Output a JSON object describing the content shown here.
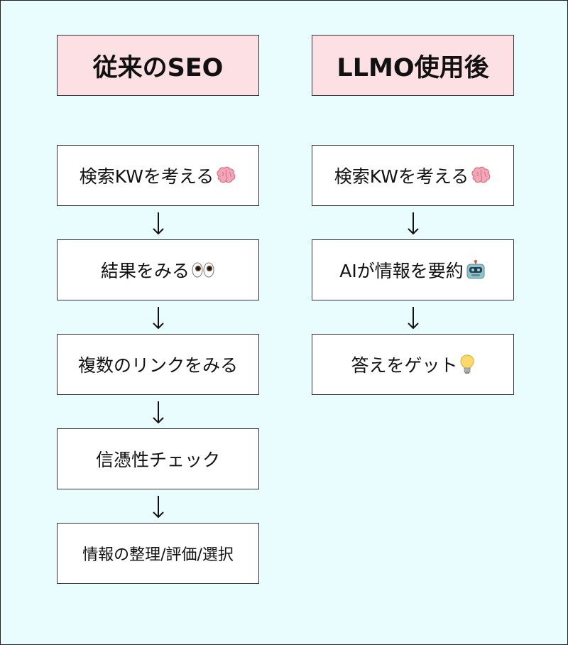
{
  "left": {
    "header": "従来のSEO",
    "steps": [
      {
        "text": "検索KWを考える",
        "icon": "brain-icon"
      },
      {
        "text": "結果をみる",
        "icon": "eyes-icon"
      },
      {
        "text": "複数のリンクをみる"
      },
      {
        "text": "信憑性チェック"
      },
      {
        "text": "情報の整理/評価/選択"
      }
    ]
  },
  "right": {
    "header": "LLMO使用後",
    "steps": [
      {
        "text": "検索KWを考える",
        "icon": "brain-icon"
      },
      {
        "text": "AIが情報を要約",
        "icon": "robot-icon"
      },
      {
        "text": "答えをゲット",
        "icon": "lightbulb-icon"
      }
    ]
  },
  "colors": {
    "background": "#e9fcfe",
    "header_fill": "#fde0e3",
    "box_fill": "#ffffff",
    "border": "#333333"
  }
}
